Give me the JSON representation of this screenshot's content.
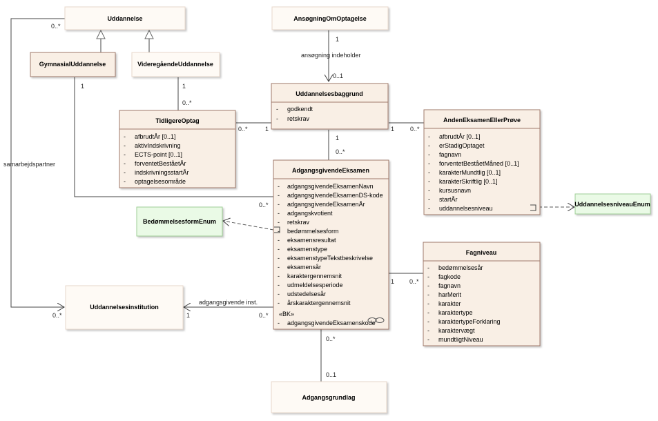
{
  "classes": {
    "uddannelse": {
      "name": "Uddannelse",
      "attrs": []
    },
    "gymnasial": {
      "name": "GymnasialUddannelse",
      "attrs": []
    },
    "videregaaende": {
      "name": "VideregåendeUddannelse",
      "attrs": []
    },
    "ansoegning": {
      "name": "AnsøgningOmOptagelse",
      "attrs": []
    },
    "baggrund": {
      "name": "Uddannelsesbaggrund",
      "attrs": [
        "godkendt",
        "retskrav"
      ]
    },
    "tidligere": {
      "name": "TidligereOptag",
      "attrs": [
        "afbrudtÅr [0..1]",
        "aktivIndskrivning",
        "ECTS-point [0..1]",
        "forventetBeståetÅr",
        "indskrivningsstartÅr",
        "optagelsesområde"
      ]
    },
    "anden": {
      "name": "AndenEksamenEllerPrøve",
      "attrs": [
        "afbrudtÅr [0..1]",
        "erStadigOptaget",
        "fagnavn",
        "forventetBeståetMåned [0..1]",
        "karakterMundtlig [0..1]",
        "karakterSkriftlig [0..1]",
        "kursusnavn",
        "startÅr",
        "uddannelsesniveau"
      ]
    },
    "adgangs": {
      "name": "AdgangsgivendeEksamen",
      "attrs": [
        "adgangsgivendeEksamenNavn",
        "adgangsgivendeEksamenDS-kode",
        "adgangsgivendeEksamenÅr",
        "adgangskvotient",
        "retskrav",
        "bedømmelsesform",
        "eksamensresultat",
        "eksamenstype",
        "eksamenstypeTekstbeskrivelse",
        "eksamensår",
        "karaktergennemsnit",
        "udmeldelsesperiode",
        "udstedelsesår",
        "årskaraktergennemsnit"
      ],
      "stereotype": "«BK»",
      "key_attr": "adgangsgivendeEksamenskode"
    },
    "fagniveau": {
      "name": "Fagniveau",
      "attrs": [
        "bedømmelsesår",
        "fagkode",
        "fagnavn",
        "harMerit",
        "karakter",
        "karaktertype",
        "karaktertypeForklaring",
        "karaktervægt",
        "mundtligtNiveau"
      ]
    },
    "institution": {
      "name": "Uddannelsesinstitution",
      "attrs": []
    },
    "grundlag": {
      "name": "Adgangsgrundlag",
      "attrs": []
    },
    "bedEnum": {
      "name": "BedømmelsesformEnum",
      "attrs": []
    },
    "niveauEnum": {
      "name": "UddannelsesniveauEnum",
      "attrs": []
    }
  },
  "labels": {
    "m_udd_0n": "0..*",
    "m_gym_1": "1",
    "m_vid_1": "1",
    "m_tid_0n_top": "0..*",
    "m_ans_1": "1",
    "assoc_ans": "ansøgning indeholder",
    "m_bag_01": "0..1",
    "m_tid_0n_right": "0..*",
    "m_bag_1_left": "1",
    "m_bag_1_right": "1",
    "m_and_0n": "0..*",
    "m_bag_1_bottom": "1",
    "m_adg_0n_top": "0..*",
    "m_adg_0n_gym": "0..*",
    "m_adg_1_fag": "1",
    "m_fag_0n": "0..*",
    "assoc_inst": "adgangsgivende inst.",
    "m_inst_1": "1",
    "m_adg_0n_inst": "0..*",
    "m_inst_0n": "0..*",
    "assoc_samarbejd": "samarbejdspartner",
    "m_adg_0n_bottom": "0..*",
    "m_grund_01": "0..1"
  },
  "colors": {
    "class_fill": "#fdf7f0",
    "class_fill_light": "#fefaf5",
    "class_border": "#a07a6a",
    "enum_fill": "#eafae6",
    "enum_border": "#9fcf96",
    "line": "#444444"
  }
}
